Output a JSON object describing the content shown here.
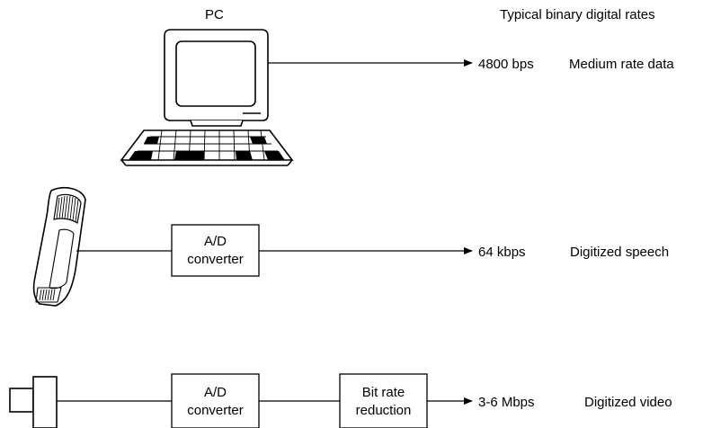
{
  "header": {
    "pc_label": "PC",
    "rates_heading": "Typical binary digital rates"
  },
  "rows": [
    {
      "source": "PC",
      "source_icon": "pc-icon",
      "blocks": [],
      "rate": "4800 bps",
      "description": "Medium rate data"
    },
    {
      "source": "telephone handset",
      "source_icon": "telephone-handset-icon",
      "blocks": [
        {
          "line1": "A/D",
          "line2": "converter"
        }
      ],
      "rate": "64 kbps",
      "description": "Digitized speech"
    },
    {
      "source": "video camera",
      "source_icon": "video-camera-icon",
      "blocks": [
        {
          "line1": "A/D",
          "line2": "converter"
        },
        {
          "line1": "Bit rate",
          "line2": "reduction"
        }
      ],
      "rate": "3-6 Mbps",
      "description": "Digitized video"
    }
  ],
  "colors": {
    "ink": "#000000",
    "paper": "#ffffff"
  }
}
